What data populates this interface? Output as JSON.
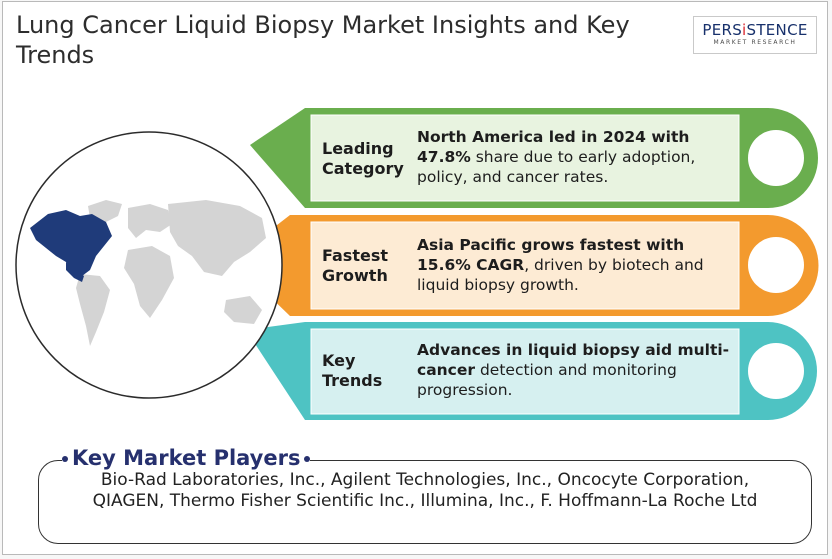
{
  "header": {
    "title": "Lung Cancer Liquid Biopsy Market Insights and Key Trends"
  },
  "logo": {
    "brand_prefix": "PERS",
    "brand_i": "i",
    "brand_suffix": "STENCE",
    "tagline": "MARKET RESEARCH"
  },
  "colors": {
    "green": "#6aae4e",
    "orange": "#f39a2e",
    "teal": "#4ec3c3",
    "map_highlight": "#1f3b7a",
    "map_base": "#d4d4d4",
    "navy": "#26306e"
  },
  "cards": [
    {
      "label_line1": "Leading",
      "label_line2": "Category",
      "desc_bold": "North America led in 2024 with 47.8%",
      "desc_rest": " share due to early adoption, policy, and cancer rates."
    },
    {
      "label_line1": "Fastest",
      "label_line2": "Growth",
      "desc_bold": "Asia Pacific grows fastest with 15.6% CAGR",
      "desc_rest": ", driven by biotech and liquid biopsy growth."
    },
    {
      "label_line1": "Key",
      "label_line2": "Trends",
      "desc_bold": "Advances in liquid biopsy aid multi-cancer",
      "desc_rest": " detection and monitoring progression."
    }
  ],
  "players": {
    "title": "Key Market Players",
    "list": "Bio-Rad Laboratories, Inc., Agilent Technologies, Inc., Oncocyte Corporation, QIAGEN, Thermo Fisher Scientific Inc., Illumina, Inc., F. Hoffmann-La Roche Ltd"
  }
}
